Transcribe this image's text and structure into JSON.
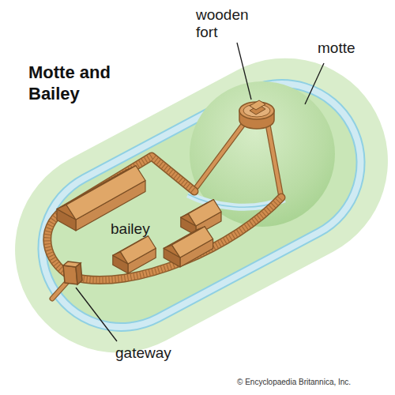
{
  "diagram": {
    "title": "Motte and Bailey",
    "labels": [
      "wooden fort",
      "motte",
      "bailey",
      "gateway",
      "© Encyclopaedia Britannica, Inc."
    ]
  }
}
